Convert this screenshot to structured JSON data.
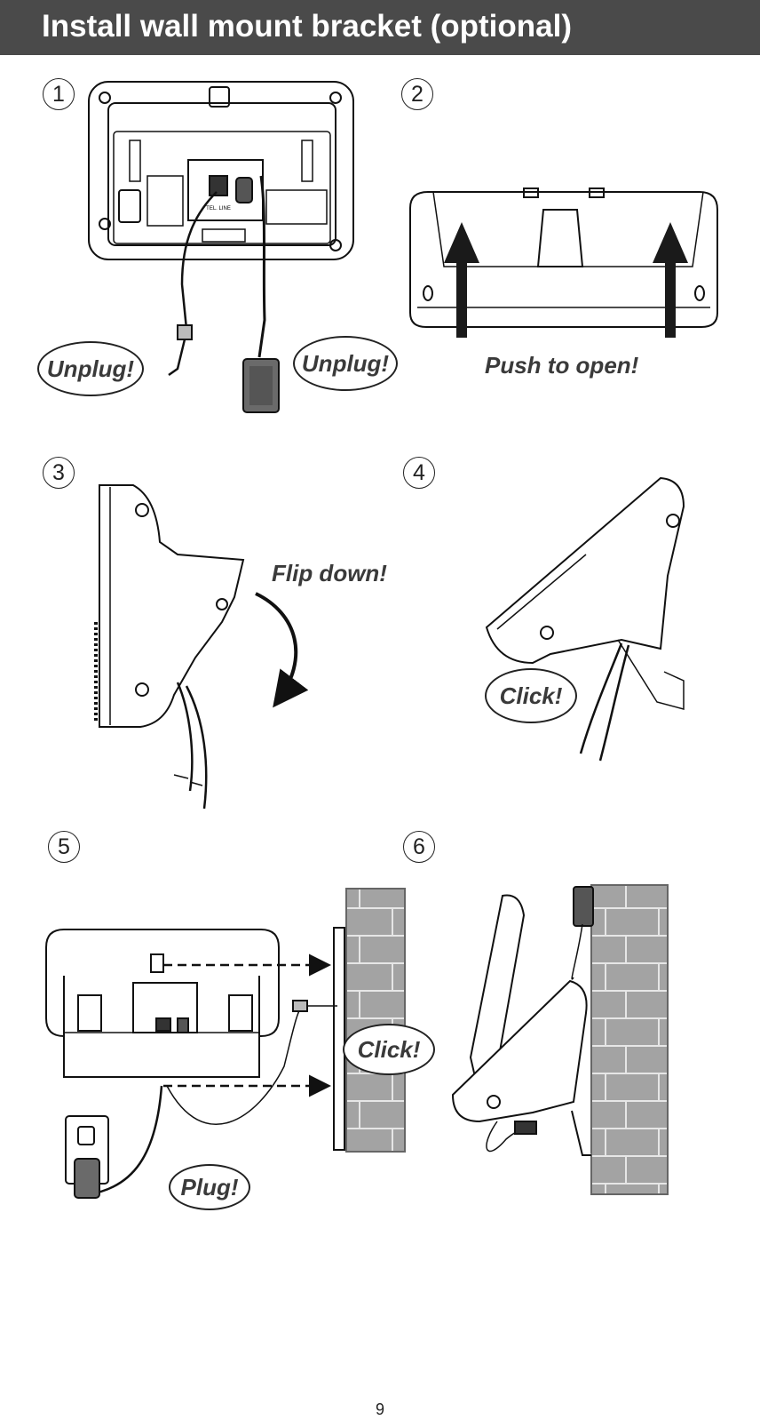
{
  "header": {
    "title": "Install wall mount bracket (optional)"
  },
  "steps": [
    {
      "number": "1",
      "callouts": [
        "Unplug!",
        "Unplug!"
      ]
    },
    {
      "number": "2",
      "callouts": [
        "Push to open!"
      ]
    },
    {
      "number": "3",
      "callouts": [
        "Flip down!"
      ]
    },
    {
      "number": "4",
      "callouts": [
        "Click!"
      ]
    },
    {
      "number": "5",
      "callouts": [
        "Click!",
        "Plug!"
      ]
    },
    {
      "number": "6",
      "callouts": []
    }
  ],
  "jack_label": "TEL. LINE",
  "page_number": "9"
}
